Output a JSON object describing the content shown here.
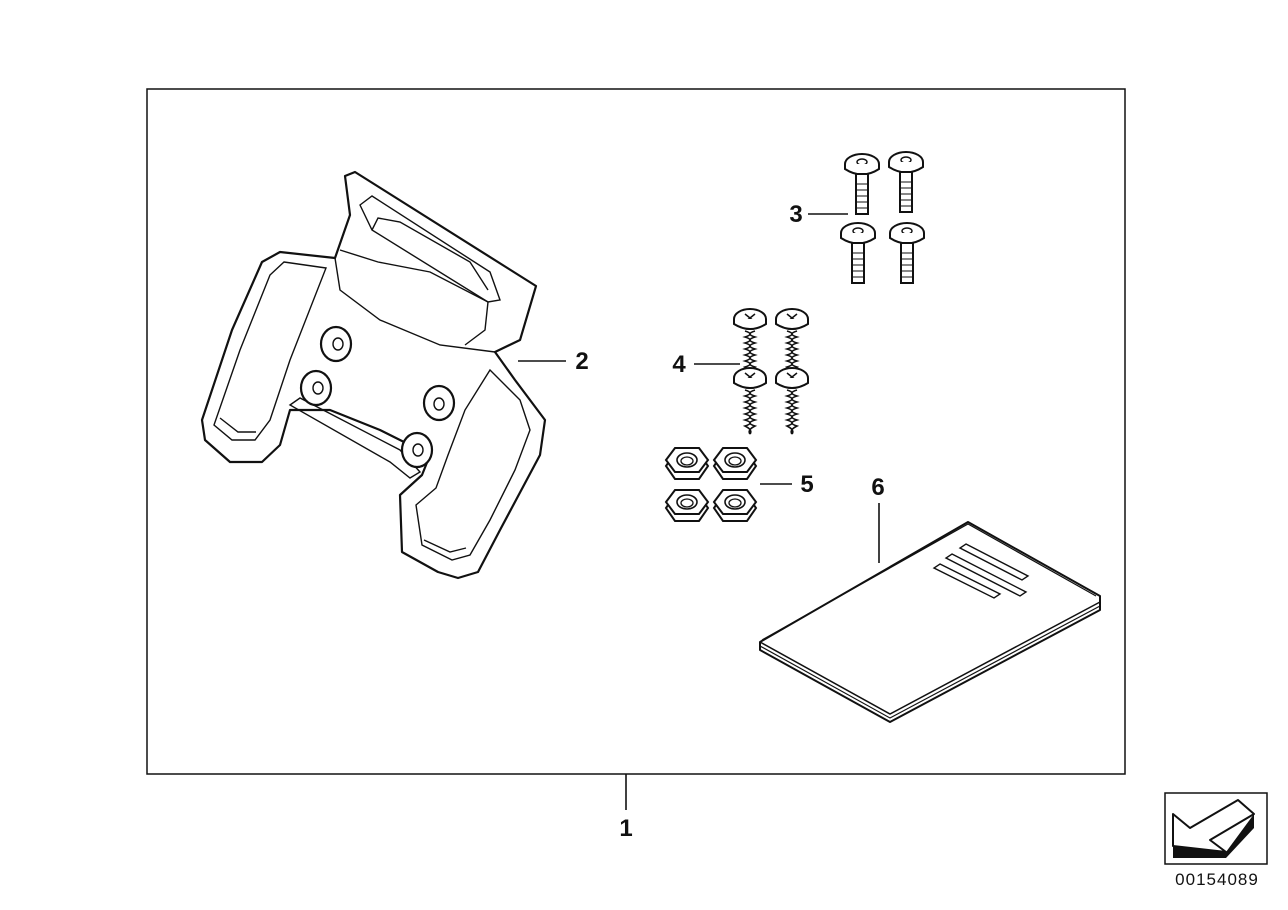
{
  "callouts": {
    "c1": "1",
    "c2": "2",
    "c3": "3",
    "c4": "4",
    "c5": "5",
    "c6": "6"
  },
  "document_number": "00154089",
  "icons": {
    "kit_frame": "kit-frame",
    "bracket": "bracket-icon",
    "bolt": "bolt-icon",
    "screw": "screw-icon",
    "nut": "nut-icon",
    "manual": "manual-icon",
    "direction_arrow": "arrow-icon"
  },
  "colors": {
    "line": "#111111",
    "background": "#ffffff"
  }
}
